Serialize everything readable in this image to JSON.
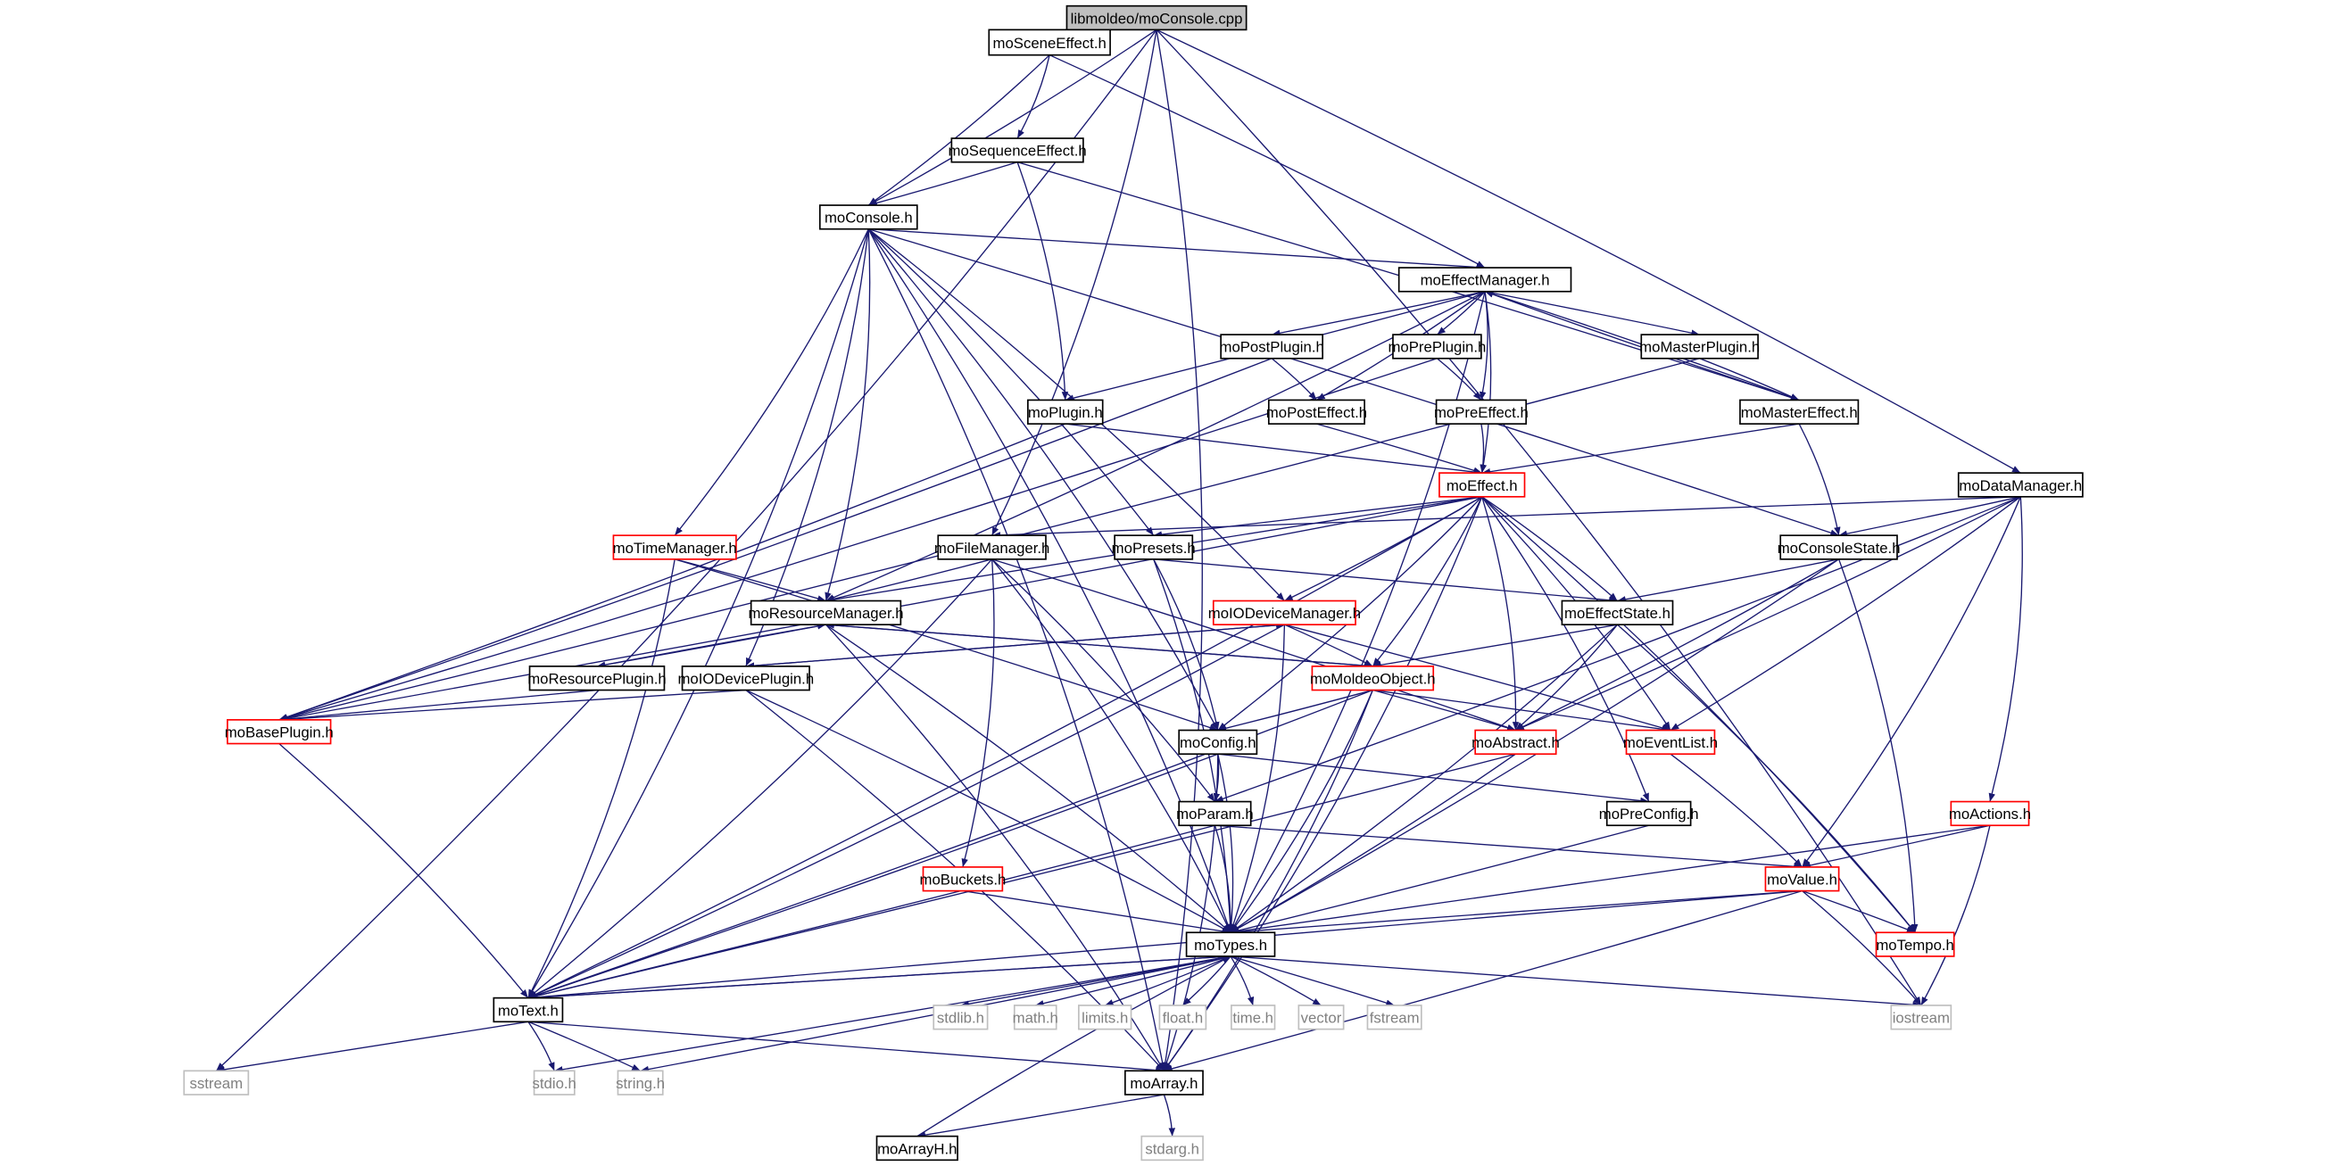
{
  "title": "libmoldeo/moConsole.cpp",
  "nodes": [
    {
      "id": "root",
      "label": "libmoldeo/moConsole.cpp",
      "kind": "root"
    },
    {
      "id": "moSceneEffect",
      "label": "moSceneEffect.h",
      "kind": "normal"
    },
    {
      "id": "moSequenceEffect",
      "label": "moSequenceEffect.h",
      "kind": "normal"
    },
    {
      "id": "moConsole",
      "label": "moConsole.h",
      "kind": "normal"
    },
    {
      "id": "moEffectManager",
      "label": "moEffectManager.h",
      "kind": "normal"
    },
    {
      "id": "moPostPlugin",
      "label": "moPostPlugin.h",
      "kind": "normal"
    },
    {
      "id": "moPrePlugin",
      "label": "moPrePlugin.h",
      "kind": "normal"
    },
    {
      "id": "moMasterPlugin",
      "label": "moMasterPlugin.h",
      "kind": "normal"
    },
    {
      "id": "moPlugin",
      "label": "moPlugin.h",
      "kind": "normal"
    },
    {
      "id": "moPostEffect",
      "label": "moPostEffect.h",
      "kind": "normal"
    },
    {
      "id": "moPreEffect",
      "label": "moPreEffect.h",
      "kind": "normal"
    },
    {
      "id": "moMasterEffect",
      "label": "moMasterEffect.h",
      "kind": "normal"
    },
    {
      "id": "moEffect",
      "label": "moEffect.h",
      "kind": "red"
    },
    {
      "id": "moDataManager",
      "label": "moDataManager.h",
      "kind": "normal"
    },
    {
      "id": "moTimeManager",
      "label": "moTimeManager.h",
      "kind": "red"
    },
    {
      "id": "moFileManager",
      "label": "moFileManager.h",
      "kind": "normal"
    },
    {
      "id": "moPresets",
      "label": "moPresets.h",
      "kind": "normal"
    },
    {
      "id": "moConsoleState",
      "label": "moConsoleState.h",
      "kind": "normal"
    },
    {
      "id": "moResourceManager",
      "label": "moResourceManager.h",
      "kind": "normal"
    },
    {
      "id": "moIODeviceManager",
      "label": "moIODeviceManager.h",
      "kind": "red"
    },
    {
      "id": "moEffectState",
      "label": "moEffectState.h",
      "kind": "normal"
    },
    {
      "id": "moResourcePlugin",
      "label": "moResourcePlugin.h",
      "kind": "normal"
    },
    {
      "id": "moIODevicePlugin",
      "label": "moIODevicePlugin.h",
      "kind": "normal"
    },
    {
      "id": "moMoldeoObject",
      "label": "moMoldeoObject.h",
      "kind": "red"
    },
    {
      "id": "moBasePlugin",
      "label": "moBasePlugin.h",
      "kind": "red"
    },
    {
      "id": "moConfig",
      "label": "moConfig.h",
      "kind": "normal"
    },
    {
      "id": "moAbstract",
      "label": "moAbstract.h",
      "kind": "red"
    },
    {
      "id": "moEventList",
      "label": "moEventList.h",
      "kind": "red"
    },
    {
      "id": "moParam",
      "label": "moParam.h",
      "kind": "normal"
    },
    {
      "id": "moPreConfig",
      "label": "moPreConfig.h",
      "kind": "normal"
    },
    {
      "id": "moActions",
      "label": "moActions.h",
      "kind": "red"
    },
    {
      "id": "moBuckets",
      "label": "moBuckets.h",
      "kind": "red"
    },
    {
      "id": "moValue",
      "label": "moValue.h",
      "kind": "red"
    },
    {
      "id": "moTypes",
      "label": "moTypes.h",
      "kind": "normal"
    },
    {
      "id": "moTempo",
      "label": "moTempo.h",
      "kind": "red"
    },
    {
      "id": "moText",
      "label": "moText.h",
      "kind": "normal"
    },
    {
      "id": "stdlib",
      "label": "stdlib.h",
      "kind": "sys"
    },
    {
      "id": "math",
      "label": "math.h",
      "kind": "sys"
    },
    {
      "id": "limits",
      "label": "limits.h",
      "kind": "sys"
    },
    {
      "id": "float",
      "label": "float.h",
      "kind": "sys"
    },
    {
      "id": "time",
      "label": "time.h",
      "kind": "sys"
    },
    {
      "id": "vector",
      "label": "vector",
      "kind": "sys"
    },
    {
      "id": "fstream",
      "label": "fstream",
      "kind": "sys"
    },
    {
      "id": "iostream",
      "label": "iostream",
      "kind": "sys"
    },
    {
      "id": "sstream",
      "label": "sstream",
      "kind": "sys"
    },
    {
      "id": "stdio",
      "label": "stdio.h",
      "kind": "sys"
    },
    {
      "id": "string",
      "label": "string.h",
      "kind": "sys"
    },
    {
      "id": "moArray",
      "label": "moArray.h",
      "kind": "normal"
    },
    {
      "id": "moArrayH",
      "label": "moArrayH.h",
      "kind": "normal"
    },
    {
      "id": "stdarg",
      "label": "stdarg.h",
      "kind": "sys"
    }
  ],
  "edges": [
    [
      "root",
      "moSceneEffect"
    ],
    [
      "root",
      "moConsole"
    ],
    [
      "root",
      "moFileManager"
    ],
    [
      "root",
      "moDataManager"
    ],
    [
      "root",
      "sstream"
    ],
    [
      "root",
      "iostream"
    ],
    [
      "root",
      "moArray"
    ],
    [
      "moSceneEffect",
      "moSequenceEffect"
    ],
    [
      "moSceneEffect",
      "moConsole"
    ],
    [
      "moSceneEffect",
      "moEffectManager"
    ],
    [
      "moSequenceEffect",
      "moConsole"
    ],
    [
      "moSequenceEffect",
      "moPlugin"
    ],
    [
      "moSequenceEffect",
      "moMasterEffect"
    ],
    [
      "moConsole",
      "moEffectManager"
    ],
    [
      "moConsole",
      "moConsoleState"
    ],
    [
      "moConsole",
      "moTimeManager"
    ],
    [
      "moConsole",
      "moResourceManager"
    ],
    [
      "moConsole",
      "moPresets"
    ],
    [
      "moConsole",
      "moConfig"
    ],
    [
      "moConsole",
      "moIODeviceManager"
    ],
    [
      "moConsole",
      "moIODevicePlugin"
    ],
    [
      "moConsole",
      "moTypes"
    ],
    [
      "moConsole",
      "moText"
    ],
    [
      "moConsole",
      "moArray"
    ],
    [
      "moEffectManager",
      "moPostPlugin"
    ],
    [
      "moEffectManager",
      "moPrePlugin"
    ],
    [
      "moEffectManager",
      "moMasterPlugin"
    ],
    [
      "moEffectManager",
      "moPlugin"
    ],
    [
      "moEffectManager",
      "moPostEffect"
    ],
    [
      "moEffectManager",
      "moPreEffect"
    ],
    [
      "moEffectManager",
      "moMasterEffect"
    ],
    [
      "moEffectManager",
      "moEffect"
    ],
    [
      "moEffectManager",
      "moResourceManager"
    ],
    [
      "moEffectManager",
      "moTypes"
    ],
    [
      "moPostPlugin",
      "moPostEffect"
    ],
    [
      "moPostPlugin",
      "moBasePlugin"
    ],
    [
      "moPrePlugin",
      "moPreEffect"
    ],
    [
      "moPrePlugin",
      "moBasePlugin"
    ],
    [
      "moMasterPlugin",
      "moMasterEffect"
    ],
    [
      "moMasterPlugin",
      "moBasePlugin"
    ],
    [
      "moPlugin",
      "moEffect"
    ],
    [
      "moPlugin",
      "moBasePlugin"
    ],
    [
      "moPostEffect",
      "moEffect"
    ],
    [
      "moPreEffect",
      "moEffect"
    ],
    [
      "moMasterEffect",
      "moEffect"
    ],
    [
      "moMasterEffect",
      "moConsoleState"
    ],
    [
      "moMasterEffect",
      "moEffectManager"
    ],
    [
      "moEffect",
      "moPresets"
    ],
    [
      "moEffect",
      "moResourceManager"
    ],
    [
      "moEffect",
      "moIODeviceManager"
    ],
    [
      "moEffect",
      "moMoldeoObject"
    ],
    [
      "moEffect",
      "moEffectState"
    ],
    [
      "moEffect",
      "moConfig"
    ],
    [
      "moEffect",
      "moAbstract"
    ],
    [
      "moEffect",
      "moEventList"
    ],
    [
      "moEffect",
      "moPreConfig"
    ],
    [
      "moEffect",
      "moText"
    ],
    [
      "moEffect",
      "moBasePlugin"
    ],
    [
      "moEffect",
      "moTempo"
    ],
    [
      "moEffect",
      "moArray"
    ],
    [
      "moDataManager",
      "moConsoleState"
    ],
    [
      "moDataManager",
      "moFileManager"
    ],
    [
      "moDataManager",
      "moEventList"
    ],
    [
      "moDataManager",
      "moAbstract"
    ],
    [
      "moDataManager",
      "moParam"
    ],
    [
      "moDataManager",
      "moValue"
    ],
    [
      "moDataManager",
      "moActions"
    ],
    [
      "moTimeManager",
      "moResourceManager"
    ],
    [
      "moTimeManager",
      "moConfig"
    ],
    [
      "moTimeManager",
      "moText"
    ],
    [
      "moFileManager",
      "moResourceManager"
    ],
    [
      "moFileManager",
      "moText"
    ],
    [
      "moFileManager",
      "moTypes"
    ],
    [
      "moFileManager",
      "moBuckets"
    ],
    [
      "moFileManager",
      "moParam"
    ],
    [
      "moFileManager",
      "moAbstract"
    ],
    [
      "moPresets",
      "moEffectState"
    ],
    [
      "moPresets",
      "moConfig"
    ],
    [
      "moPresets",
      "moTypes"
    ],
    [
      "moConsoleState",
      "moEffectState"
    ],
    [
      "moConsoleState",
      "moAbstract"
    ],
    [
      "moConsoleState",
      "moTypes"
    ],
    [
      "moConsoleState",
      "moTempo"
    ],
    [
      "moResourceManager",
      "moResourcePlugin"
    ],
    [
      "moResourceManager",
      "moMoldeoObject"
    ],
    [
      "moResourceManager",
      "moTypes"
    ],
    [
      "moResourceManager",
      "moArray"
    ],
    [
      "moIODeviceManager",
      "moIODevicePlugin"
    ],
    [
      "moIODeviceManager",
      "moMoldeoObject"
    ],
    [
      "moIODeviceManager",
      "moEventList"
    ],
    [
      "moIODeviceManager",
      "moTypes"
    ],
    [
      "moIODeviceManager",
      "moText"
    ],
    [
      "moEffectState",
      "moMoldeoObject"
    ],
    [
      "moEffectState",
      "moAbstract"
    ],
    [
      "moEffectState",
      "moTypes"
    ],
    [
      "moEffectState",
      "moTempo"
    ],
    [
      "moResourcePlugin",
      "moResourceManager"
    ],
    [
      "moResourcePlugin",
      "moBasePlugin"
    ],
    [
      "moIODevicePlugin",
      "moIODeviceManager"
    ],
    [
      "moIODevicePlugin",
      "moBasePlugin"
    ],
    [
      "moIODevicePlugin",
      "moTypes"
    ],
    [
      "moIODevicePlugin",
      "moArray"
    ],
    [
      "moMoldeoObject",
      "moResourceManager"
    ],
    [
      "moMoldeoObject",
      "moConfig"
    ],
    [
      "moMoldeoObject",
      "moAbstract"
    ],
    [
      "moMoldeoObject",
      "moEventList"
    ],
    [
      "moMoldeoObject",
      "moTypes"
    ],
    [
      "moMoldeoObject",
      "moText"
    ],
    [
      "moMoldeoObject",
      "moArray"
    ],
    [
      "moBasePlugin",
      "moText"
    ],
    [
      "moConfig",
      "moParam"
    ],
    [
      "moConfig",
      "moPreConfig"
    ],
    [
      "moConfig",
      "moTypes"
    ],
    [
      "moConfig",
      "moText"
    ],
    [
      "moConfig",
      "moArray"
    ],
    [
      "moAbstract",
      "moTypes"
    ],
    [
      "moAbstract",
      "moText"
    ],
    [
      "moEventList",
      "moValue"
    ],
    [
      "moParam",
      "moValue"
    ],
    [
      "moParam",
      "moTypes"
    ],
    [
      "moParam",
      "moText"
    ],
    [
      "moPreConfig",
      "moTypes"
    ],
    [
      "moActions",
      "moValue"
    ],
    [
      "moActions",
      "moTypes"
    ],
    [
      "moActions",
      "iostream"
    ],
    [
      "moBuckets",
      "moTypes"
    ],
    [
      "moValue",
      "moTypes"
    ],
    [
      "moValue",
      "moTempo"
    ],
    [
      "moValue",
      "iostream"
    ],
    [
      "moValue",
      "moArray"
    ],
    [
      "moValue",
      "moText"
    ],
    [
      "moTypes",
      "moText"
    ],
    [
      "moTypes",
      "stdlib"
    ],
    [
      "moTypes",
      "math"
    ],
    [
      "moTypes",
      "limits"
    ],
    [
      "moTypes",
      "float"
    ],
    [
      "moTypes",
      "time"
    ],
    [
      "moTypes",
      "vector"
    ],
    [
      "moTypes",
      "fstream"
    ],
    [
      "moTypes",
      "iostream"
    ],
    [
      "moTypes",
      "stdio"
    ],
    [
      "moTypes",
      "string"
    ],
    [
      "moText",
      "moTypes"
    ],
    [
      "moText",
      "sstream"
    ],
    [
      "moText",
      "stdio"
    ],
    [
      "moText",
      "string"
    ],
    [
      "moText",
      "moArray"
    ],
    [
      "moArray",
      "moArrayH"
    ],
    [
      "moArray",
      "stdarg"
    ],
    [
      "moArrayH",
      "moTypes"
    ]
  ],
  "colors": {
    "edge": "#191970",
    "red_border": "#ff0000",
    "root_fill": "#bfbfbf",
    "sys_border": "#bfbfbf"
  }
}
